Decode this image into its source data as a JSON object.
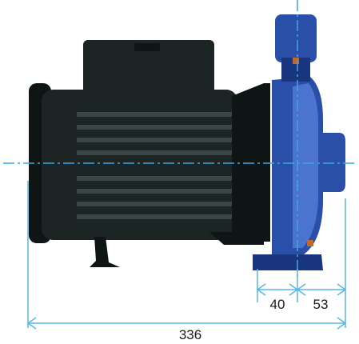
{
  "figure": {
    "subject": "pump-with-motor",
    "colors": {
      "motor_body": "#1c2424",
      "motor_dark": "#0f1515",
      "motor_fin_highlight": "#3a4646",
      "pump_blue": "#2a4fa8",
      "pump_blue_light": "#4a74d0",
      "pump_blue_dark": "#1a3580",
      "accent_orange": "#c06a2a",
      "dimension_line": "#58b8e6",
      "centerline": "#3aa6e0"
    }
  },
  "dimensions": {
    "overall_length": "336",
    "flange_to_axis": "40",
    "axis_to_inlet": "53"
  }
}
